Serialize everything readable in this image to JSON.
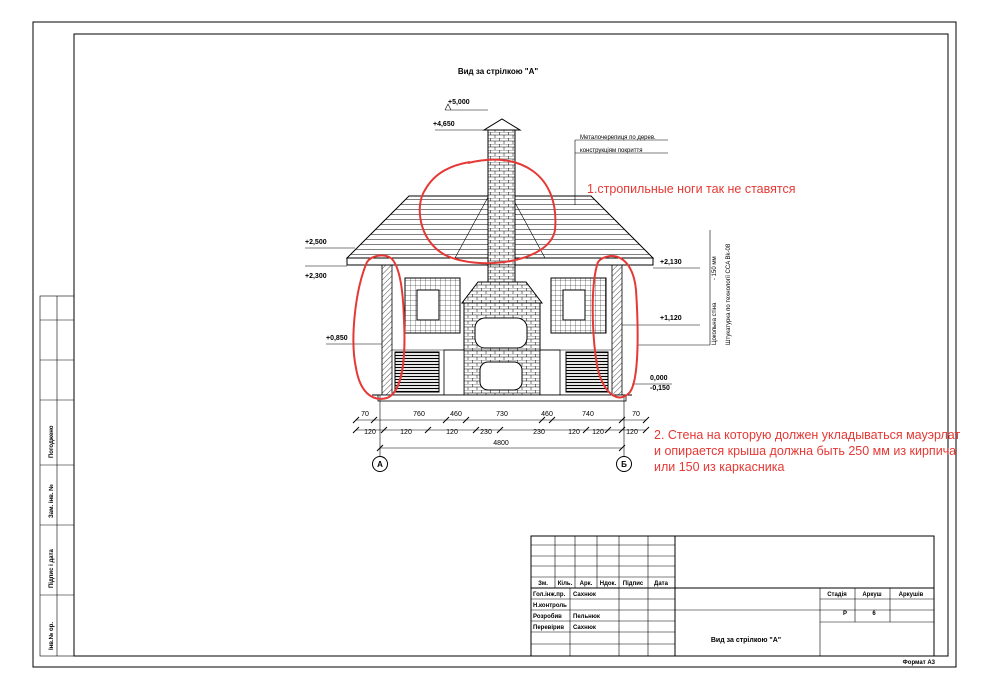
{
  "drawing": {
    "title": "Вид за стрілкою \"А\"",
    "roof_note_line1": "Металочерепиця по дерев.",
    "roof_note_line2": "конструкціям покриття",
    "side_note_1": "Цокольна стіна",
    "side_note_2": "- 150 мм",
    "side_note_3": "Штукатурка по технології CCA Bk-08",
    "levels": {
      "l_5000": "+5,000",
      "l_4650": "+4,650",
      "l_2500": "+2,500",
      "l_2300": "+2,300",
      "l_2130": "+2,130",
      "l_1120": "+1,120",
      "l_0850": "+0,850",
      "l_0000": "0,000",
      "l_m0150": "-0,150"
    },
    "dims_top": [
      "70",
      "760",
      "460",
      "730",
      "460",
      "740",
      "70"
    ],
    "dims_bottom": [
      "120",
      "120",
      "120",
      "230",
      "230",
      "120",
      "120",
      "120"
    ],
    "overall": "4800",
    "axis_a": "А",
    "axis_b": "Б"
  },
  "annotations": {
    "note1": "1.стропильные ноги так не ставятся",
    "note2_line1": "2. Стена на которую должен укладываться мауэрлат",
    "note2_line2": "и опирается крыша должна быть 250 мм из кирпича",
    "note2_line3": "или 150 из каркасника"
  },
  "side_stamp": {
    "s1": "Погоджено",
    "s2": "Зам. інв. №",
    "s3": "Підпис і дата",
    "s4": "Інв.№ ор."
  },
  "title_block": {
    "h_zm": "Зм.",
    "h_kil": "Кіль.",
    "h_ark": "Арк.",
    "h_ndoc": "Ндок.",
    "h_pidpys": "Підпис",
    "h_data": "Дата",
    "r1_role": "Гол.інж.пр.",
    "r1_name": "Сахнюк",
    "r2_role": "Н.контроль",
    "r3_role": "Розробив",
    "r3_name": "Пельнюк",
    "r4_role": "Перевірив",
    "r4_name": "Сахнюк",
    "stadia": "Стадія",
    "arkush": "Аркуш",
    "arkushiv": "Аркушів",
    "stadia_val": "Р",
    "arkush_val": "6",
    "sheet_title": "Вид за стрілкою \"А\"",
    "format": "Формат А3"
  },
  "colors": {
    "ink": "#000000",
    "annotation_red": "#e53935"
  }
}
